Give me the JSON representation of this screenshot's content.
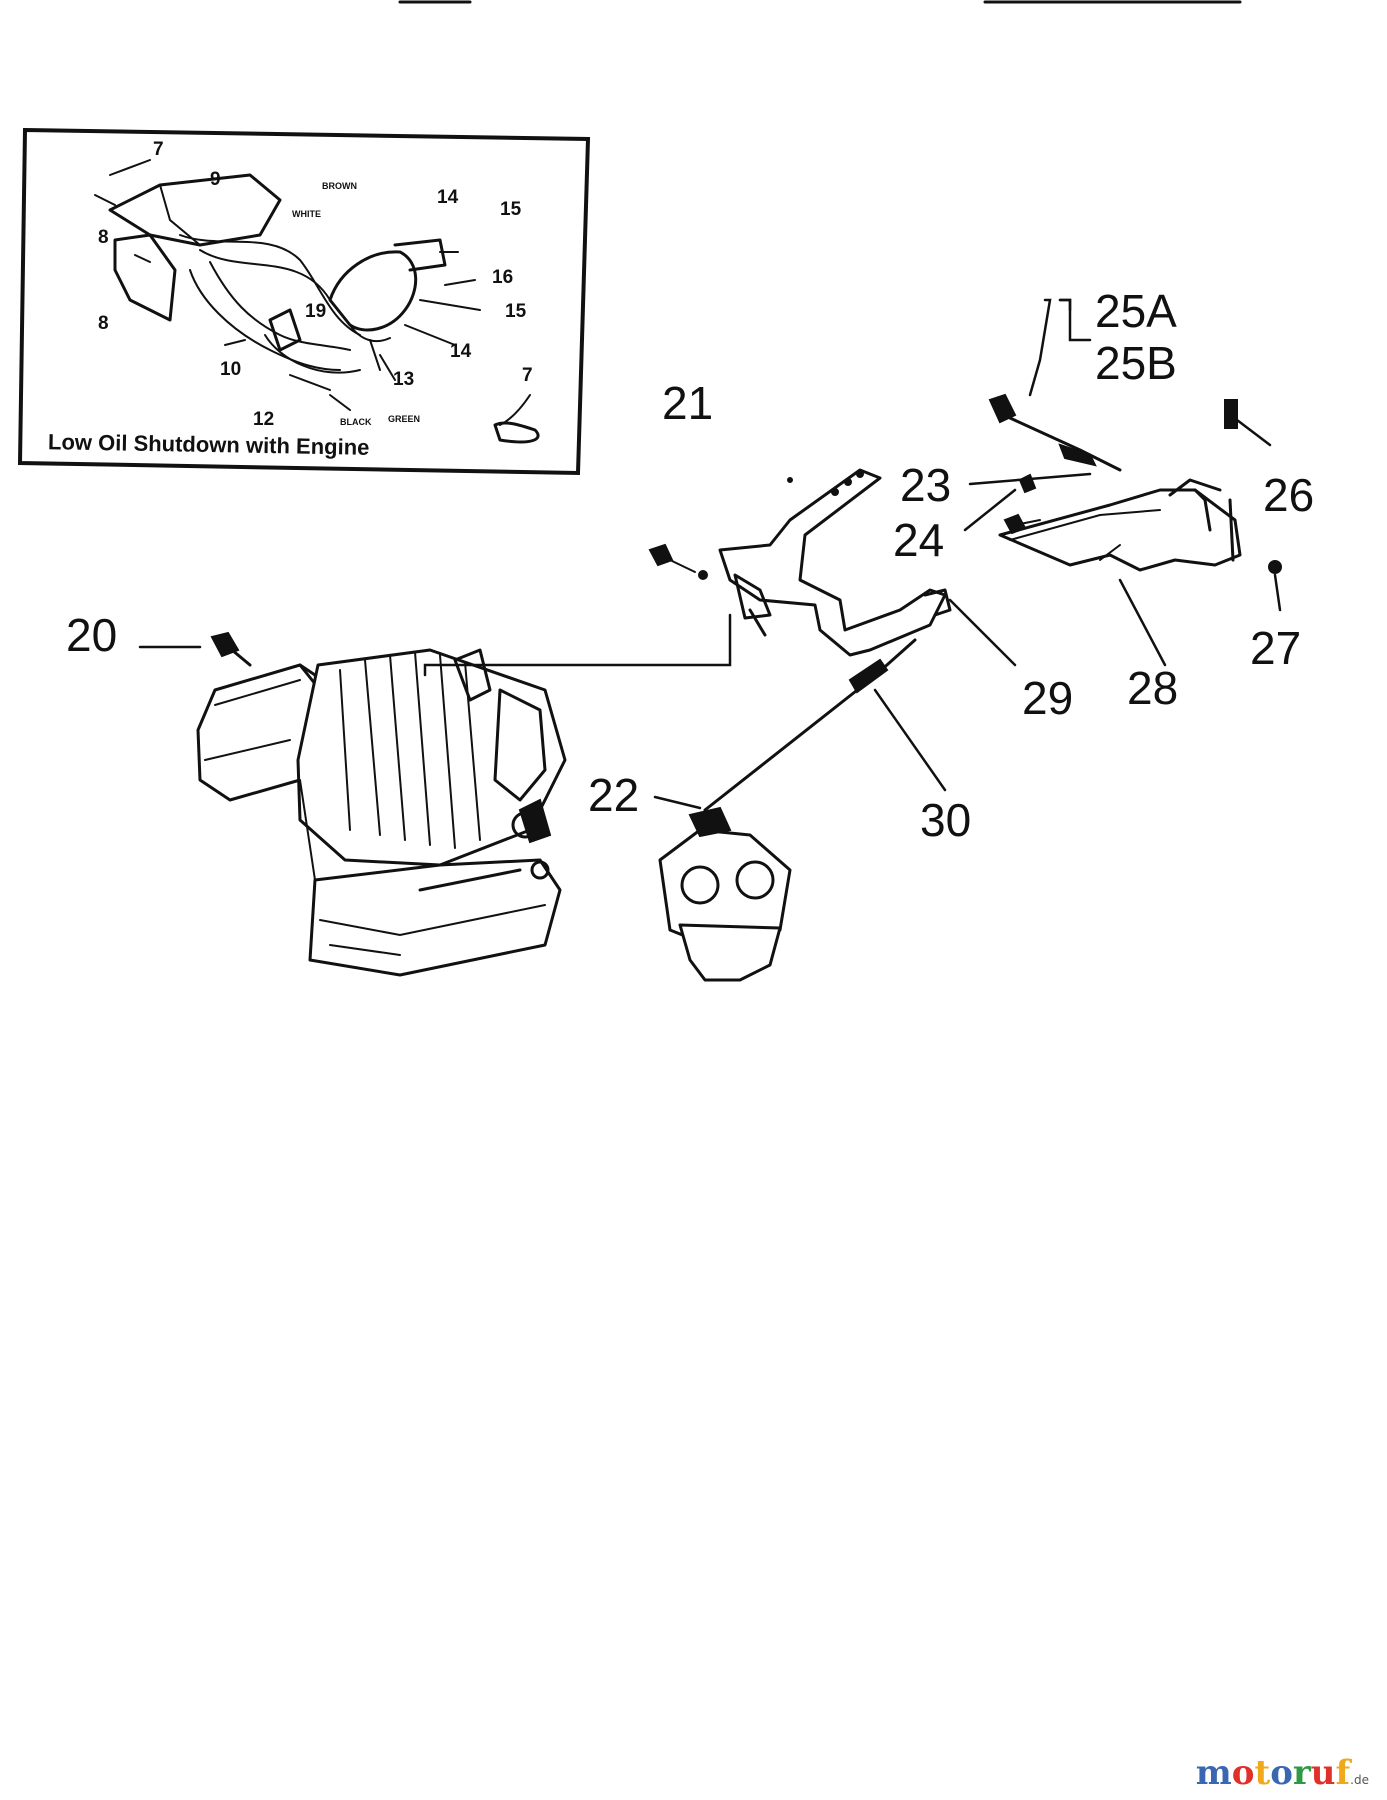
{
  "diagram": {
    "inset": {
      "caption": "Low Oil Shutdown with Engine",
      "callouts": [
        "7",
        "8",
        "8",
        "9",
        "14",
        "15",
        "16",
        "15",
        "14",
        "19",
        "10",
        "13",
        "12",
        "7"
      ],
      "wire_labels": [
        "BROWN",
        "WHITE",
        "BLACK",
        "GREEN"
      ]
    },
    "callouts": {
      "c20": "20",
      "c21": "21",
      "c22": "22",
      "c23": "23",
      "c24": "24",
      "c25a": "25A",
      "c25b": "25B",
      "c26": "26",
      "c27": "27",
      "c28": "28",
      "c29": "29",
      "c30": "30"
    }
  },
  "watermark": {
    "letters": [
      "m",
      "o",
      "t",
      "o",
      "r",
      "u",
      "f"
    ],
    "colors": [
      "#3a67b1",
      "#e0302a",
      "#f0a81c",
      "#3a67b1",
      "#2f9a46",
      "#e0302a",
      "#f0a81c"
    ],
    "suffix": ".de"
  }
}
